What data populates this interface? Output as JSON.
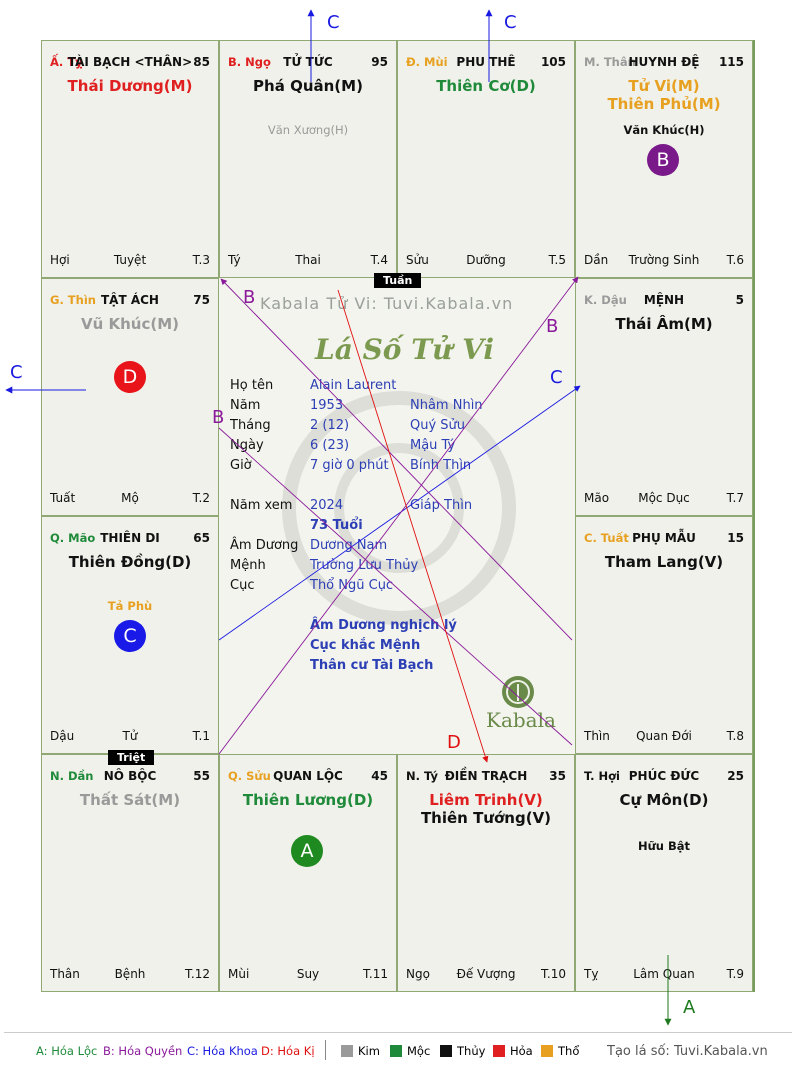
{
  "header_markers": {
    "left_arrow": "C",
    "mid_arrow": "C",
    "left_side": "C",
    "bottom_a": "A"
  },
  "palaces": [
    {
      "id": "ty",
      "can": "Ấ. Tỵ",
      "can_color": "#e02020",
      "cung": "TÀI BẠCH <THÂN>",
      "num": "85",
      "stars": [
        {
          "t": "Thái Dương(M)",
          "c": "#e02020"
        }
      ],
      "minor": [],
      "f1": "Hợi",
      "f2": "Tuyệt",
      "f3": "T.3"
    },
    {
      "id": "ngo",
      "can": "B. Ngọ",
      "can_color": "#e02020",
      "cung": "TỬ TỨC",
      "num": "95",
      "stars": [
        {
          "t": "Phá Quân(M)",
          "c": "#111111"
        }
      ],
      "minor": [
        {
          "t": "Văn Xương(H)",
          "c": "#9a9a9a"
        }
      ],
      "f1": "Tý",
      "f2": "Thai",
      "f3": "T.4"
    },
    {
      "id": "mui",
      "can": "Đ. Mùi",
      "can_color": "#e8a020",
      "cung": "PHU THÊ",
      "num": "105",
      "stars": [
        {
          "t": "Thiên Cơ(D)",
          "c": "#1f8a3a"
        }
      ],
      "minor": [],
      "f1": "Sửu",
      "f2": "Dưỡng",
      "f3": "T.5"
    },
    {
      "id": "than",
      "can": "M. Thân",
      "can_color": "#9a9a9a",
      "cung": "HUYNH ĐỆ",
      "num": "115",
      "stars": [
        {
          "t": "Tử Vi(M)",
          "c": "#e8a020"
        },
        {
          "t": "Thiên Phủ(M)",
          "c": "#e8a020"
        }
      ],
      "minor": [
        {
          "t": "Văn Khúc(H)",
          "c": "#111111"
        }
      ],
      "f1": "Dần",
      "f2": "Trường Sinh",
      "f3": "T.6"
    },
    {
      "id": "thin",
      "can": "G. Thìn",
      "can_color": "#e8a020",
      "cung": "TẬT ÁCH",
      "num": "75",
      "stars": [
        {
          "t": "Vũ Khúc(M)",
          "c": "#9a9a9a"
        }
      ],
      "minor": [],
      "f1": "Tuất",
      "f2": "Mộ",
      "f3": "T.2"
    },
    {
      "id": "dau",
      "can": "K. Dậu",
      "can_color": "#9a9a9a",
      "cung": "MỆNH",
      "num": "5",
      "stars": [
        {
          "t": "Thái Âm(M)",
          "c": "#111111"
        }
      ],
      "minor": [],
      "f1": "Mão",
      "f2": "Mộc Dục",
      "f3": "T.7"
    },
    {
      "id": "mao",
      "can": "Q. Mão",
      "can_color": "#1f8a3a",
      "cung": "THIÊN DI",
      "num": "65",
      "stars": [
        {
          "t": "Thiên Đồng(D)",
          "c": "#111111"
        }
      ],
      "minor": [
        {
          "t": "Tả Phù",
          "c": "#e8a020"
        }
      ],
      "f1": "Dậu",
      "f2": "Tử",
      "f3": "T.1"
    },
    {
      "id": "tuat",
      "can": "C. Tuất",
      "can_color": "#e8a020",
      "cung": "PHỤ MẪU",
      "num": "15",
      "stars": [
        {
          "t": "Tham Lang(V)",
          "c": "#111111"
        }
      ],
      "minor": [],
      "f1": "Thìn",
      "f2": "Quan Đới",
      "f3": "T.8"
    },
    {
      "id": "dan",
      "can": "N. Dần",
      "can_color": "#1f8a3a",
      "cung": "NÔ BỘC",
      "num": "55",
      "stars": [
        {
          "t": "Thất Sát(M)",
          "c": "#9a9a9a"
        }
      ],
      "minor": [],
      "f1": "Thân",
      "f2": "Bệnh",
      "f3": "T.12"
    },
    {
      "id": "suu",
      "can": "Q. Sửu",
      "can_color": "#e8a020",
      "cung": "QUAN LỘC",
      "num": "45",
      "stars": [
        {
          "t": "Thiên Lương(D)",
          "c": "#1f8a3a"
        }
      ],
      "minor": [],
      "f1": "Mùi",
      "f2": "Suy",
      "f3": "T.11"
    },
    {
      "id": "ti",
      "can": "N. Tý",
      "can_color": "#111111",
      "cung": "ĐIỀN TRẠCH",
      "num": "35",
      "stars": [
        {
          "t": "Liêm Trinh(V)",
          "c": "#e02020"
        },
        {
          "t": "Thiên Tướng(V)",
          "c": "#111111"
        }
      ],
      "minor": [],
      "f1": "Ngọ",
      "f2": "Đế Vượng",
      "f3": "T.10"
    },
    {
      "id": "hoi",
      "can": "T. Hợi",
      "can_color": "#111111",
      "cung": "PHÚC ĐỨC",
      "num": "25",
      "stars": [
        {
          "t": "Cự Môn(D)",
          "c": "#111111"
        }
      ],
      "minor": [
        {
          "t": "Hữu Bật",
          "c": "#111111"
        }
      ],
      "f1": "Tỵ",
      "f2": "Lâm Quan",
      "f3": "T.9"
    }
  ],
  "badges": {
    "ngo_B": "B",
    "thin_D": "D",
    "mao_C": "C",
    "suu_A": "A"
  },
  "tags": {
    "tuan": "Tuần",
    "triet": "Triệt"
  },
  "center": {
    "watermark": "Kabala Tử Vi: Tuvi.Kabala.vn",
    "title": "Lá Số Tử Vi",
    "rows": [
      {
        "l": "Họ tên",
        "v": "Alain Laurent",
        "x": ""
      },
      {
        "l": "Năm",
        "v": "1953",
        "x": "Nhâm Nhìn"
      },
      {
        "l": "Tháng",
        "v": "2  (12)",
        "x": "Quý Sửu"
      },
      {
        "l": "Ngày",
        "v": "6  (23)",
        "x": "Mậu Tý"
      },
      {
        "l": "Giờ",
        "v": "7 giờ 0 phút",
        "x": "Bính Thìn"
      }
    ],
    "namxem": {
      "l": "Năm xem",
      "v": "2024",
      "x": "Giáp Thìn"
    },
    "tuoi": "73 Tuổi",
    "rows2": [
      {
        "l": "Âm Dương",
        "v": "Dương Nam"
      },
      {
        "l": "Mệnh",
        "v": "Trường Lưu Thủy"
      },
      {
        "l": "Cục",
        "v": "Thổ Ngũ Cục"
      }
    ],
    "notes": [
      "Âm Dương nghịch lý",
      "Cục khắc Mệnh",
      "Thân cư Tài Bạch"
    ],
    "logo": "Kabala"
  },
  "line_labels": {
    "b1": "B",
    "b2": "B",
    "b3": "B",
    "c1": "C",
    "d1": "D"
  },
  "legend": {
    "a": "A: Hóa Lộc",
    "b": "B: Hóa Quyền",
    "c": "C: Hóa Khoa",
    "d": "D: Hóa Kị",
    "kim": "Kim",
    "moc": "Mộc",
    "thuy": "Thủy",
    "hoa": "Hỏa",
    "tho": "Thổ",
    "site": "Tạo lá số: Tuvi.Kabala.vn",
    "colors": {
      "kim": "#9a9a9a",
      "moc": "#1f8a3a",
      "thuy": "#111111",
      "hoa": "#e02020",
      "tho": "#e8a020"
    }
  }
}
